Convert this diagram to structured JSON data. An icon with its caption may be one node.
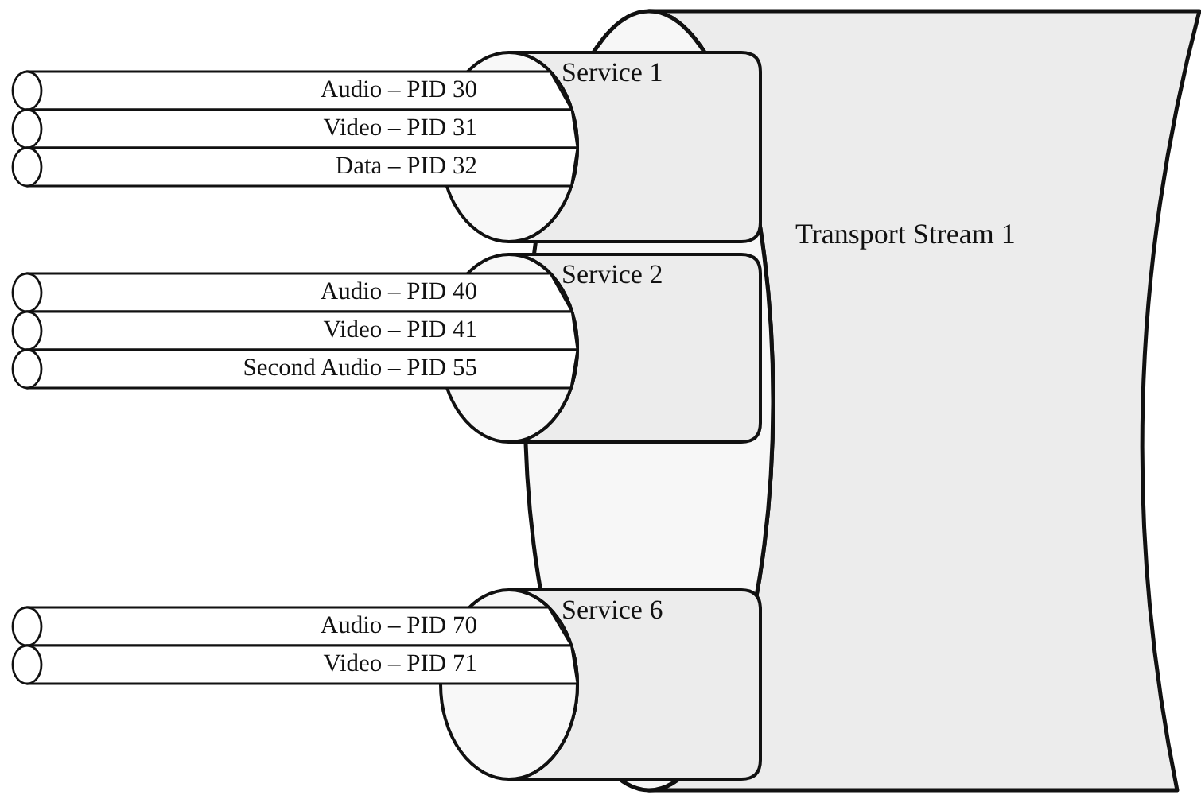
{
  "diagram": {
    "nodes": [
      {
        "text": [
          "Transport Stream 1"
        ]
      },
      {
        "text": [
          "Service 1"
        ]
      },
      {
        "text": [
          "Audio – PID 30"
        ]
      },
      {
        "text": [
          "Video – PID 31"
        ]
      },
      {
        "text": [
          "Data – PID 32"
        ]
      },
      {
        "text": [
          "Service 2"
        ]
      },
      {
        "text": [
          "Audio – PID 40"
        ]
      },
      {
        "text": [
          "Video – PID 41"
        ]
      },
      {
        "text": [
          "Second Audio – PID 55"
        ]
      },
      {
        "text": [
          "Service 6"
        ]
      },
      {
        "text": [
          "Audio – PID 70"
        ]
      },
      {
        "text": [
          "Video – PID 71"
        ]
      }
    ]
  }
}
